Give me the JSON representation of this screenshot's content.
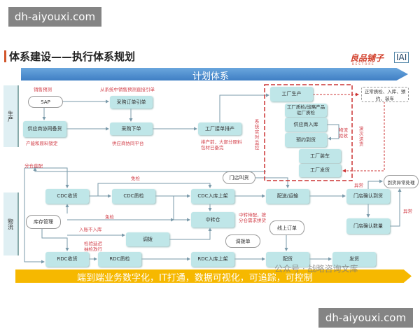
{
  "title": "体系建设——执行体系规划",
  "logo": {
    "brand": "良品铺子",
    "sub": "BESTORE",
    "mark": "IAI"
  },
  "banner_top": "计划体系",
  "banner_bottom": "端到端业务数字化，IT打通，数据可视化，可追踪，可控制",
  "watermark": "公众号 · 战略咨询文库",
  "site_overlay": "dh-aiyouxi.com",
  "sections": {
    "production": "生产",
    "logistics": "物流"
  },
  "production": {
    "sales_forecast": "销售预测",
    "sap": "SAP",
    "supplier_stock": "供应商协同备货",
    "capacity_lock": "产能和原料锁定",
    "direct_ref": "从系统中销售预测直接引单",
    "po_ref": "采购订单引单",
    "po_place": "采购下单",
    "supplier_platform": "供应商协同平台",
    "factory_schedule": "工厂接单排产",
    "schedule_note": "排产前，大部分原料包材已备完",
    "factory_produce": "工厂生产",
    "factory_qc": "工厂质检/战略产品驻厂质检",
    "supplier_inbound": "供应商入库",
    "appointment": "预约到货",
    "factory_load": "工厂装车",
    "factory_ship": "工厂发货",
    "realtime_monitor": "系统实时监控",
    "logistics_reject": "物流拒收",
    "wave_delivery": "波次送货",
    "normal_note": "正常质检、入库、预约、装车"
  },
  "logistics": {
    "split_direct": "分仓直配",
    "cdc_receive": "CDC收货",
    "cdc_qc": "CDC质检",
    "cdc_shelf": "CDC入库上架",
    "exempt1": "免检",
    "exempt2": "免检",
    "inventory": "库存管理",
    "transit": "中转仓",
    "book_only": "入账不入库",
    "transfer": "调拨",
    "transfer_order": "调拨单",
    "transit_note": "中转待配，按分仓需求拼货",
    "delay_note": "检验延迟抽检放行",
    "rdc_receive": "RDC收货",
    "rdc_qc": "RDC质检",
    "rdc_shelf": "RDC入库上架",
    "store_call": "门店叫货",
    "delivery": "配送/运输",
    "store_confirm": "门店确认到货",
    "exception_handle": "到货异常处理",
    "exception1": "异常",
    "exception2": "异常",
    "store_qty": "门店确认数量",
    "online_order": "线上订单",
    "allocate": "配货",
    "ship": "发货"
  }
}
